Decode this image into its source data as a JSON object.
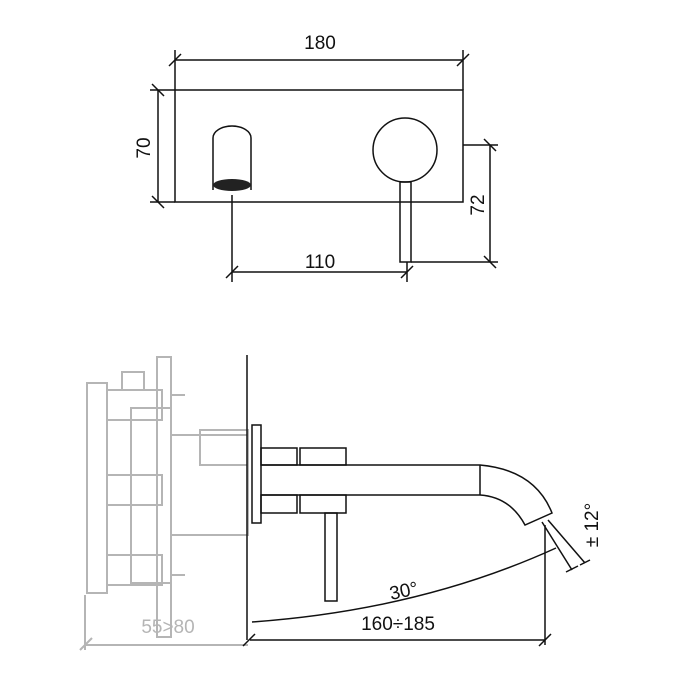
{
  "top_view": {
    "width_dim": "180",
    "height_dim": "70",
    "spacing_dim": "110",
    "lever_dim": "72"
  },
  "side_view": {
    "wall_depth_dim": "55>80",
    "projection_dim": "160÷185",
    "swivel_angle": "30°",
    "tilt_angle": "± 12°"
  },
  "colors": {
    "line": "#111111",
    "concealed": "#b5b5b5"
  }
}
